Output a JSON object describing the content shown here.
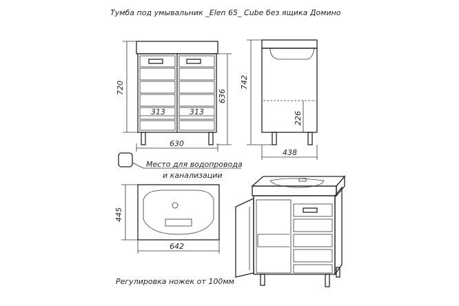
{
  "title": "Тумба под умывальник _Elen 65_ Cube без ящика   Домино",
  "front_view": {
    "height_total": "720",
    "width": "630",
    "door_left_width": "313",
    "door_right_width": "313"
  },
  "side_view": {
    "height_total": "742",
    "height_body": "636",
    "shelf_height": "226",
    "depth": "438"
  },
  "legend": {
    "line1": "Место для водопровода",
    "line2": "и канализации"
  },
  "top_view": {
    "depth": "445",
    "width": "642"
  },
  "footer_note": "Регулировка ножек от 100мм"
}
